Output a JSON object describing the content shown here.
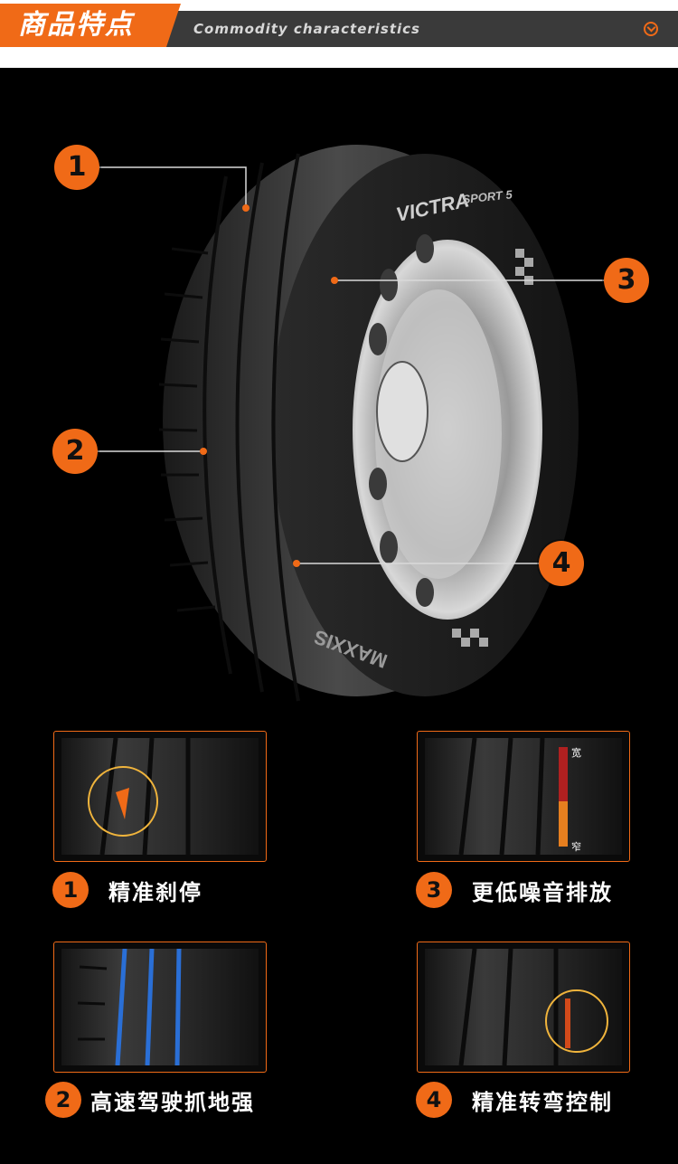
{
  "header": {
    "title": "商品特点",
    "subtitle": "Commodity characteristics",
    "chevron_icon": "chevron-down-circle-icon"
  },
  "colors": {
    "accent": "#f06a17",
    "background": "#000000",
    "header_bar": "#3a3a3a"
  },
  "callouts": [
    {
      "number": "1"
    },
    {
      "number": "2"
    },
    {
      "number": "3"
    },
    {
      "number": "4"
    }
  ],
  "features": [
    {
      "number": "1",
      "label": "精准刹停"
    },
    {
      "number": "2",
      "label": "高速驾驶抓地强"
    },
    {
      "number": "3",
      "label": "更低噪音排放"
    },
    {
      "number": "4",
      "label": "精准转弯控制"
    }
  ],
  "card3_scale": {
    "top": "宽",
    "bottom": "窄"
  },
  "tire_sidewall": {
    "model": "VICTRA",
    "line": "SPORT 5",
    "brand": "MAXXIS"
  }
}
